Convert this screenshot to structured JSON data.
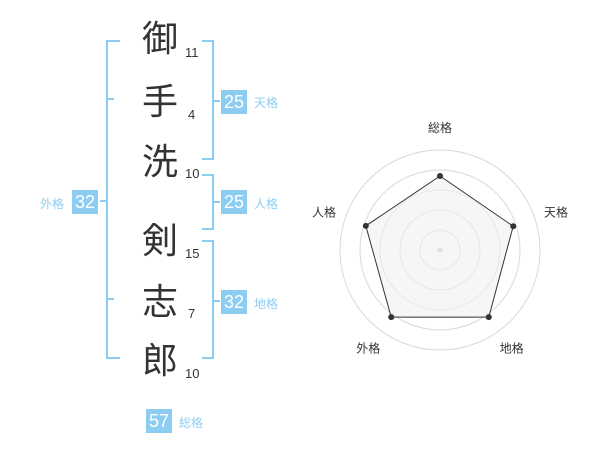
{
  "name": {
    "chars": [
      {
        "char": "御",
        "strokes": "11"
      },
      {
        "char": "手",
        "strokes": "4"
      },
      {
        "char": "洗",
        "strokes": "10"
      },
      {
        "char": "剣",
        "strokes": "15"
      },
      {
        "char": "志",
        "strokes": "7"
      },
      {
        "char": "郎",
        "strokes": "10"
      }
    ]
  },
  "kakusu": {
    "tenkaku": {
      "value": "25",
      "label": "天格"
    },
    "jinkaku": {
      "value": "25",
      "label": "人格"
    },
    "chikaku": {
      "value": "32",
      "label": "地格"
    },
    "gaikaku": {
      "value": "32",
      "label": "外格"
    },
    "soukaku": {
      "value": "57",
      "label": "総格"
    }
  },
  "radar": {
    "axes": [
      "総格",
      "天格",
      "地格",
      "外格",
      "人格"
    ],
    "levels": 5,
    "values": [
      0.74,
      0.77,
      0.83,
      0.83,
      0.78
    ]
  },
  "colors": {
    "accent": "#8ecdf2",
    "text": "#333333",
    "radar_fill": "#f0f0f0",
    "radar_grid": "#d9d9d9"
  }
}
